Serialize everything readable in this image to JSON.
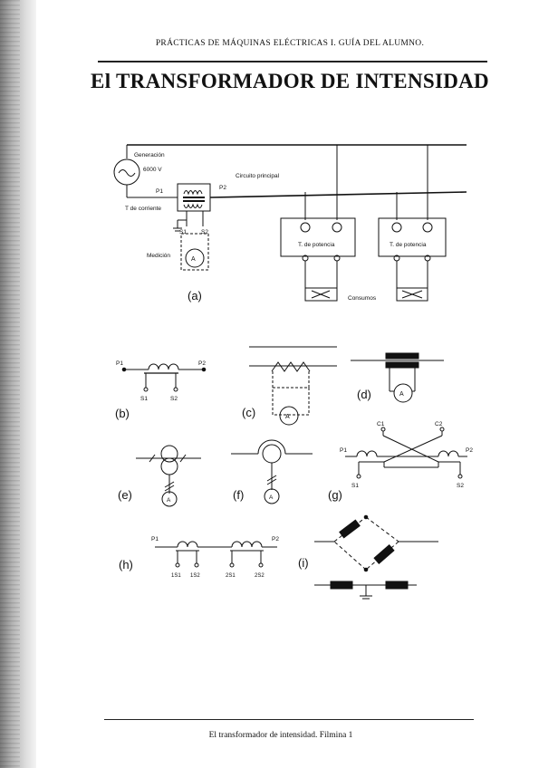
{
  "document": {
    "header": "PRÁCTICAS DE MÁQUINAS ELÉCTRICAS I. GUÍA DEL ALUMNO.",
    "title": "El TRANSFORMADOR DE INTENSIDAD",
    "footer": "El transformador de intensidad.   Filmina   1"
  },
  "figure": {
    "a": {
      "label": "(a)",
      "generacion": "Generación",
      "voltage": "6000 V",
      "p1": "P1",
      "p2": "P2",
      "t_corriente": "T de corriente",
      "circuito_principal": "Circuito principal",
      "s1": "S1",
      "s2": "S2",
      "medicion": "Medición",
      "ammeter": "A",
      "t_potencia_1": "T. de potencia",
      "t_potencia_2": "T. de potencia",
      "consumos": "Consumos"
    },
    "b": {
      "label": "(b)",
      "p1": "P1",
      "p2": "P2",
      "s1": "S1",
      "s2": "S2"
    },
    "c": {
      "label": "(c)",
      "ammeter": "A"
    },
    "d": {
      "label": "(d)",
      "ammeter": "A"
    },
    "e": {
      "label": "(e)",
      "ammeter": "A"
    },
    "f": {
      "label": "(f)",
      "ammeter": "A"
    },
    "g": {
      "label": "(g)",
      "c1": "C1",
      "c2": "C2",
      "p1": "P1",
      "p2": "P2",
      "s1": "S1",
      "s2": "S2"
    },
    "h": {
      "label": "(h)",
      "p1": "P1",
      "p2": "P2",
      "t1": "1S1",
      "t2": "1S2",
      "t3": "2S1",
      "t4": "2S2"
    },
    "i": {
      "label": "(i)"
    }
  }
}
